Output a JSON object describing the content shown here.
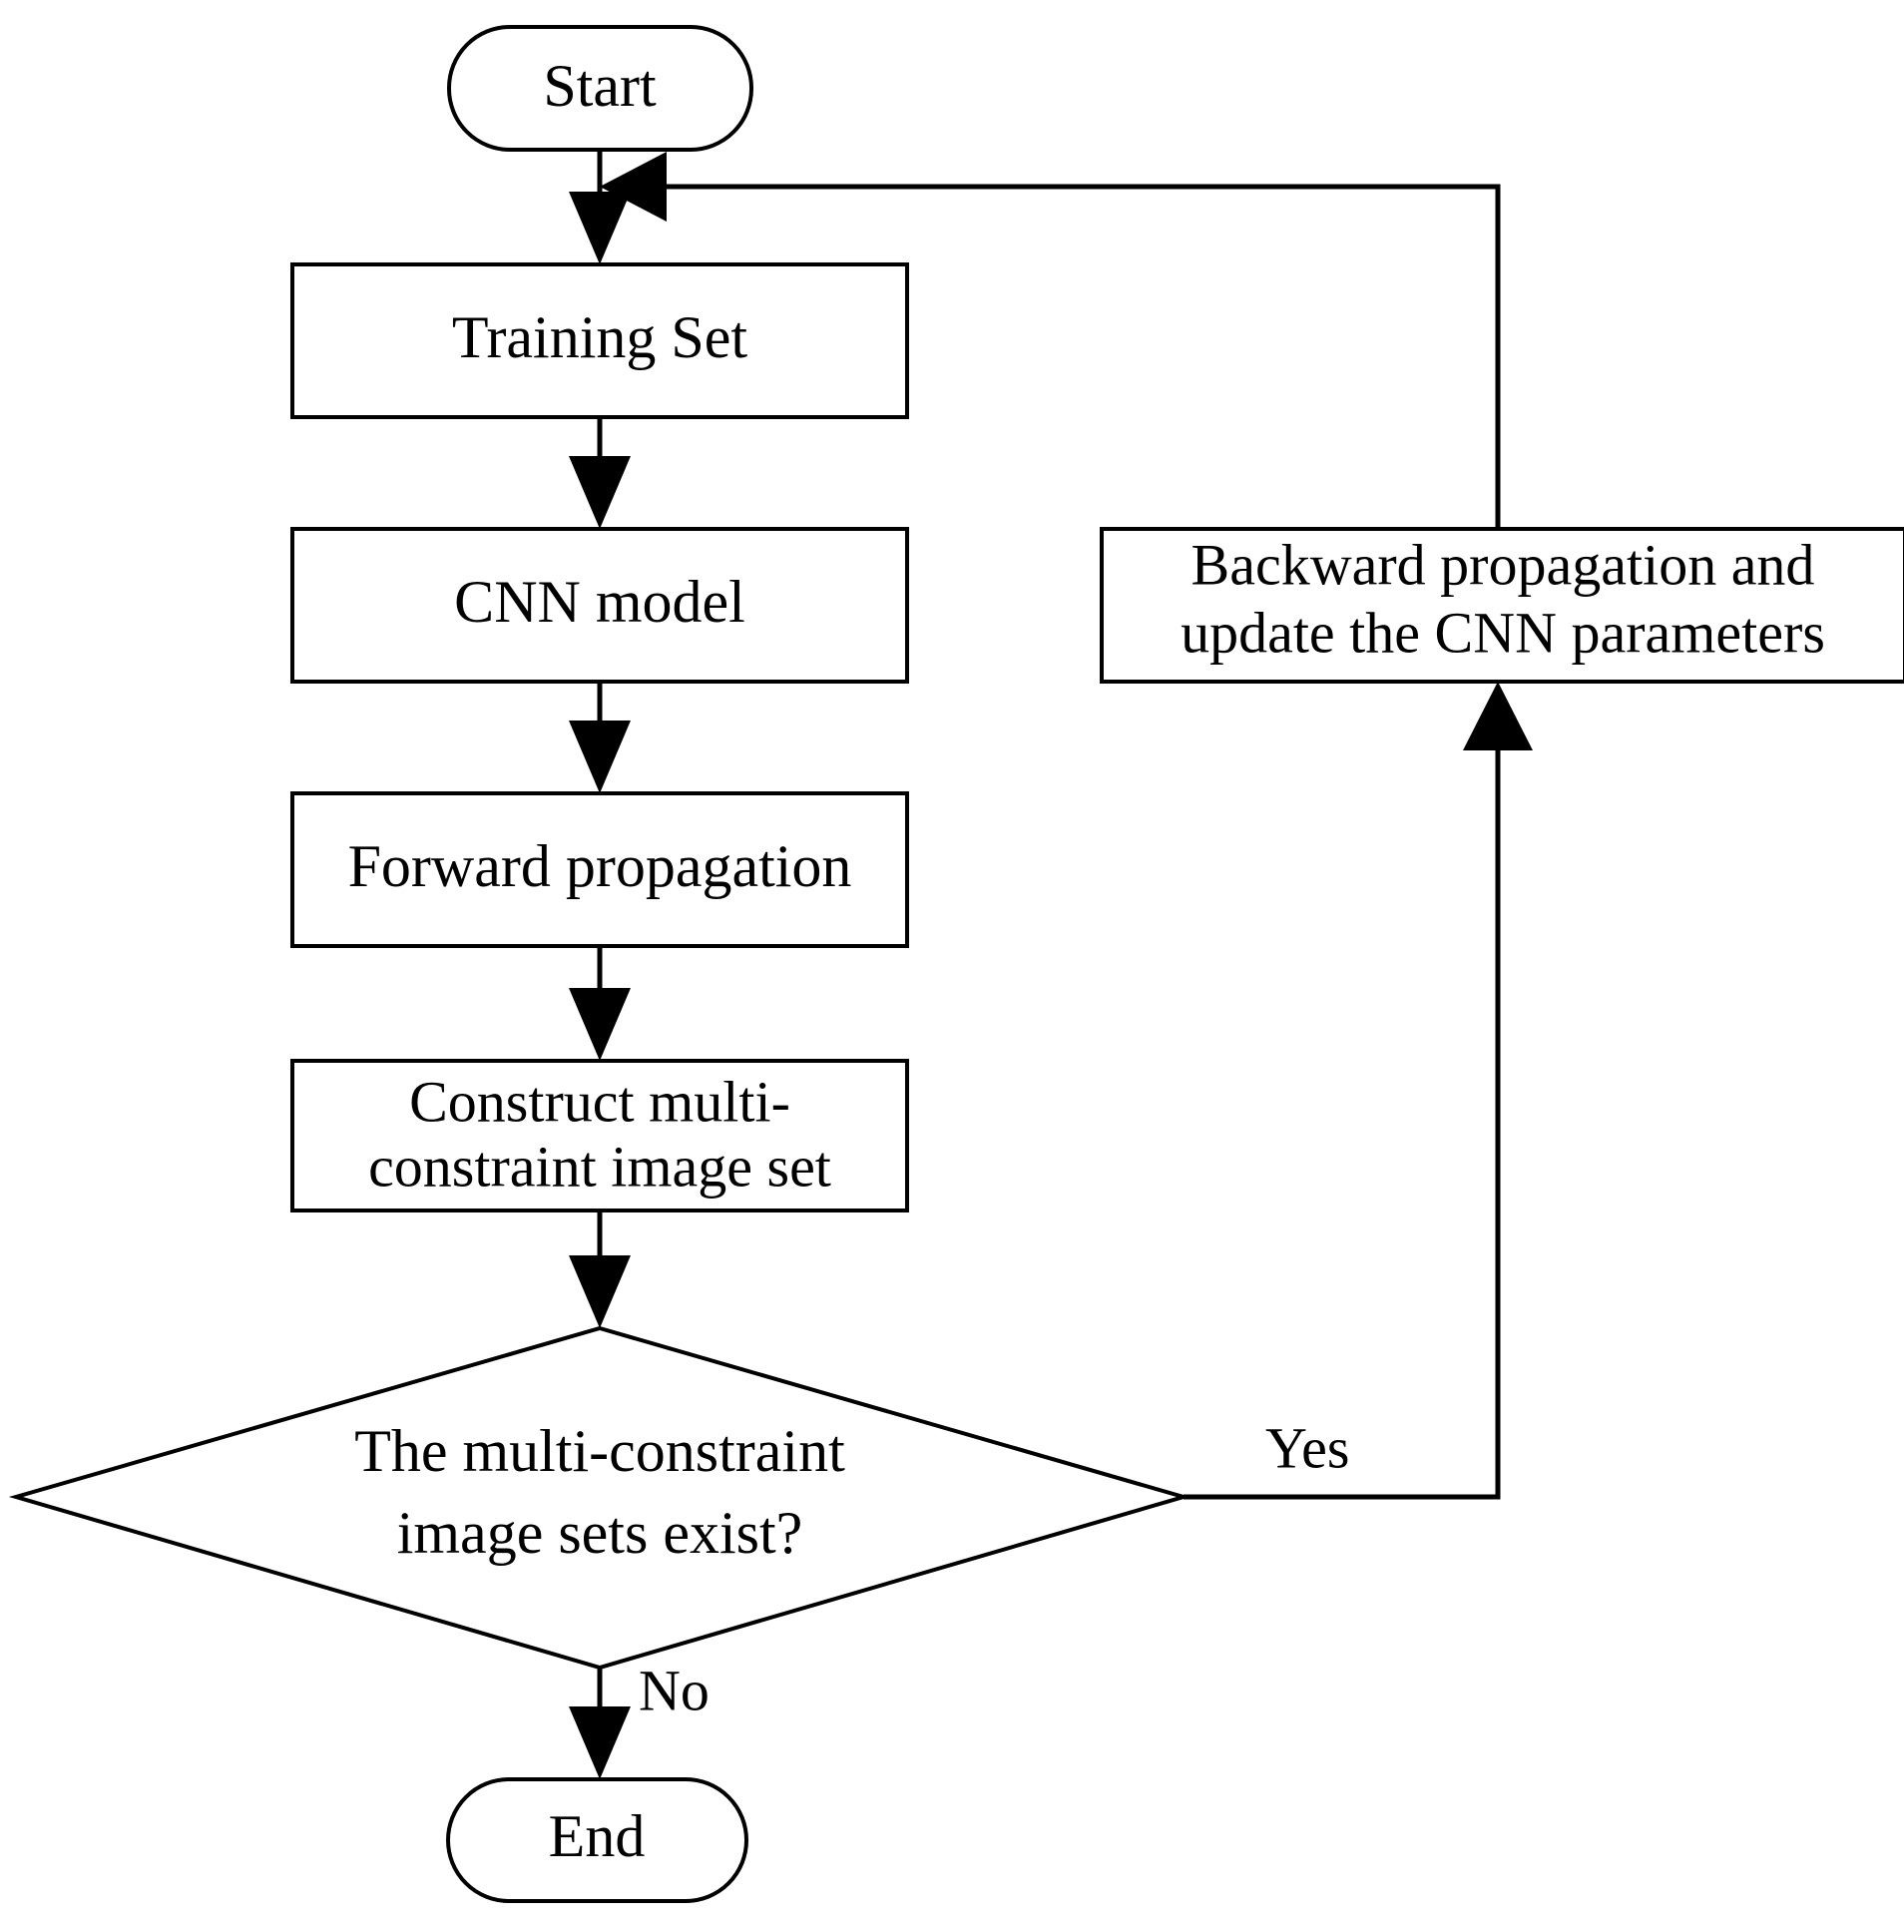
{
  "diagram": {
    "title": "CNN training flowchart with multi-constraint image set",
    "type": "flowchart",
    "background_color": "#ffffff",
    "line_color": "#000000",
    "text_color": "#000000"
  },
  "nodes": {
    "start": {
      "label": "Start",
      "shape": "rounded-terminator"
    },
    "training_set": {
      "label": "Training Set",
      "shape": "rectangle"
    },
    "cnn_model": {
      "label": "CNN model",
      "shape": "rectangle"
    },
    "forward_propagation": {
      "label": "Forward propagation",
      "shape": "rectangle"
    },
    "construct_set": {
      "shape": "rectangle",
      "line1": "Construct multi-",
      "line2": "constraint image set"
    },
    "decision": {
      "shape": "diamond",
      "line1": "The multi-constraint",
      "line2": "image sets exist?"
    },
    "backward": {
      "shape": "rectangle",
      "line1": "Backward propagation and",
      "line2": "update the CNN parameters"
    },
    "end": {
      "label": "End",
      "shape": "rounded-terminator"
    }
  },
  "edge_labels": {
    "yes": "Yes",
    "no": "No"
  },
  "edges": [
    {
      "from": "start",
      "to": "training_set",
      "label": ""
    },
    {
      "from": "training_set",
      "to": "cnn_model",
      "label": ""
    },
    {
      "from": "cnn_model",
      "to": "forward_propagation",
      "label": ""
    },
    {
      "from": "forward_propagation",
      "to": "construct_set",
      "label": ""
    },
    {
      "from": "construct_set",
      "to": "decision",
      "label": ""
    },
    {
      "from": "decision",
      "to": "backward",
      "label": "Yes"
    },
    {
      "from": "backward",
      "to": "training_set",
      "label": ""
    },
    {
      "from": "decision",
      "to": "end",
      "label": "No"
    }
  ]
}
